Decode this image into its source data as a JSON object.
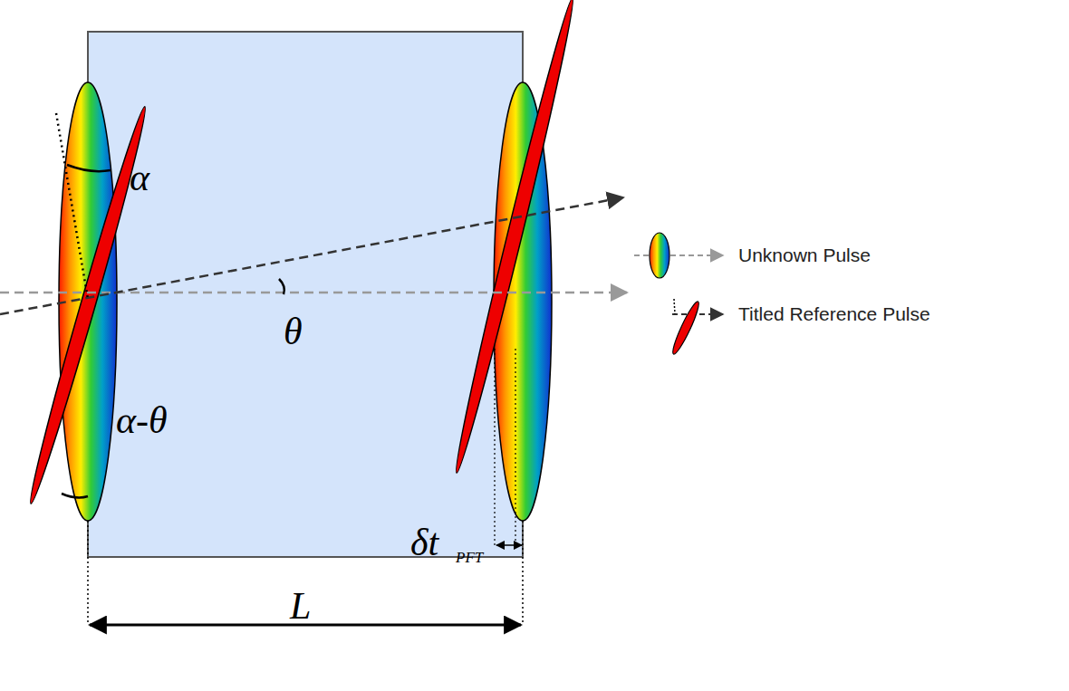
{
  "diagram": {
    "labels": [
      "α",
      "θ",
      "α-θ",
      "δt",
      "PFT",
      "L"
    ],
    "legend": [
      {
        "text": "Unknown Pulse"
      },
      {
        "text": "Titled Reference Pulse"
      }
    ]
  }
}
